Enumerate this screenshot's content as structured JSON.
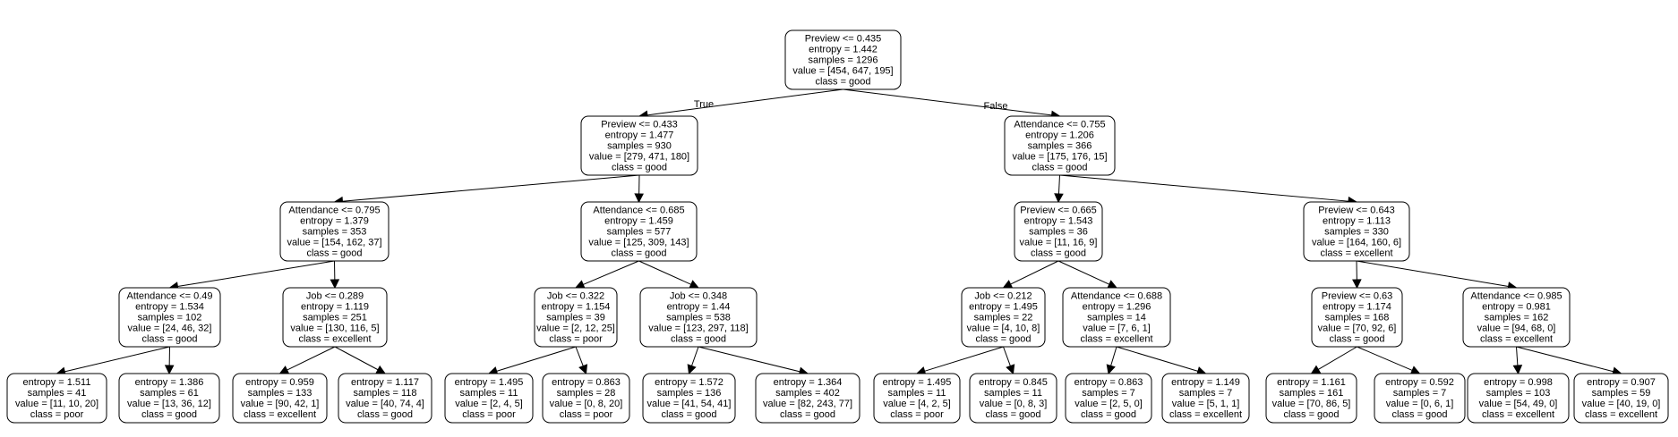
{
  "tree": {
    "nodes": [
      {
        "id": "n0",
        "lines": [
          "Preview <= 0.435",
          "entropy = 1.442",
          "samples = 1296",
          "value = [454, 647, 195]",
          "class = good"
        ]
      },
      {
        "id": "n1",
        "lines": [
          "Preview <= 0.433",
          "entropy = 1.477",
          "samples = 930",
          "value = [279, 471, 180]",
          "class = good"
        ]
      },
      {
        "id": "n2",
        "lines": [
          "Attendance <= 0.755",
          "entropy = 1.206",
          "samples = 366",
          "value = [175, 176, 15]",
          "class = good"
        ]
      },
      {
        "id": "n3",
        "lines": [
          "Attendance <= 0.795",
          "entropy = 1.379",
          "samples = 353",
          "value = [154, 162, 37]",
          "class = good"
        ]
      },
      {
        "id": "n4",
        "lines": [
          "Attendance <= 0.685",
          "entropy = 1.459",
          "samples = 577",
          "value = [125, 309, 143]",
          "class = good"
        ]
      },
      {
        "id": "n5",
        "lines": [
          "Preview <= 0.665",
          "entropy = 1.543",
          "samples = 36",
          "value = [11, 16, 9]",
          "class = good"
        ]
      },
      {
        "id": "n6",
        "lines": [
          "Preview <= 0.643",
          "entropy = 1.113",
          "samples = 330",
          "value = [164, 160, 6]",
          "class = excellent"
        ]
      },
      {
        "id": "n7",
        "lines": [
          "Attendance <= 0.49",
          "entropy = 1.534",
          "samples = 102",
          "value = [24, 46, 32]",
          "class = good"
        ]
      },
      {
        "id": "n8",
        "lines": [
          "Job <= 0.289",
          "entropy = 1.119",
          "samples = 251",
          "value = [130, 116, 5]",
          "class = excellent"
        ]
      },
      {
        "id": "n9",
        "lines": [
          "Job <= 0.322",
          "entropy = 1.154",
          "samples = 39",
          "value = [2, 12, 25]",
          "class = poor"
        ]
      },
      {
        "id": "n10",
        "lines": [
          "Job <= 0.348",
          "entropy = 1.44",
          "samples = 538",
          "value = [123, 297, 118]",
          "class = good"
        ]
      },
      {
        "id": "n11",
        "lines": [
          "Job <= 0.212",
          "entropy = 1.495",
          "samples = 22",
          "value = [4, 10, 8]",
          "class = good"
        ]
      },
      {
        "id": "n12",
        "lines": [
          "Attendance <= 0.688",
          "entropy = 1.296",
          "samples = 14",
          "value = [7, 6, 1]",
          "class = excellent"
        ]
      },
      {
        "id": "n13",
        "lines": [
          "Preview <= 0.63",
          "entropy = 1.174",
          "samples = 168",
          "value = [70, 92, 6]",
          "class = good"
        ]
      },
      {
        "id": "n14",
        "lines": [
          "Attendance <= 0.985",
          "entropy = 0.981",
          "samples = 162",
          "value = [94, 68, 0]",
          "class = excellent"
        ]
      },
      {
        "id": "n15",
        "lines": [
          "entropy = 1.511",
          "samples = 41",
          "value = [11, 10, 20]",
          "class = poor"
        ]
      },
      {
        "id": "n16",
        "lines": [
          "entropy = 1.386",
          "samples = 61",
          "value = [13, 36, 12]",
          "class = good"
        ]
      },
      {
        "id": "n17",
        "lines": [
          "entropy = 0.959",
          "samples = 133",
          "value = [90, 42, 1]",
          "class = excellent"
        ]
      },
      {
        "id": "n18",
        "lines": [
          "entropy = 1.117",
          "samples = 118",
          "value = [40, 74, 4]",
          "class = good"
        ]
      },
      {
        "id": "n19",
        "lines": [
          "entropy = 1.495",
          "samples = 11",
          "value = [2, 4, 5]",
          "class = poor"
        ]
      },
      {
        "id": "n20",
        "lines": [
          "entropy = 0.863",
          "samples = 28",
          "value = [0, 8, 20]",
          "class = poor"
        ]
      },
      {
        "id": "n21",
        "lines": [
          "entropy = 1.572",
          "samples = 136",
          "value = [41, 54, 41]",
          "class = good"
        ]
      },
      {
        "id": "n22",
        "lines": [
          "entropy = 1.364",
          "samples = 402",
          "value = [82, 243, 77]",
          "class = good"
        ]
      },
      {
        "id": "n23",
        "lines": [
          "entropy = 1.495",
          "samples = 11",
          "value = [4, 2, 5]",
          "class = poor"
        ]
      },
      {
        "id": "n24",
        "lines": [
          "entropy = 0.845",
          "samples = 11",
          "value = [0, 8, 3]",
          "class = good"
        ]
      },
      {
        "id": "n25",
        "lines": [
          "entropy = 0.863",
          "samples = 7",
          "value = [2, 5, 0]",
          "class = good"
        ]
      },
      {
        "id": "n26",
        "lines": [
          "entropy = 1.149",
          "samples = 7",
          "value = [5, 1, 1]",
          "class = excellent"
        ]
      },
      {
        "id": "n27",
        "lines": [
          "entropy = 1.161",
          "samples = 161",
          "value = [70, 86, 5]",
          "class = good"
        ]
      },
      {
        "id": "n28",
        "lines": [
          "entropy = 0.592",
          "samples = 7",
          "value = [0, 6, 1]",
          "class = good"
        ]
      },
      {
        "id": "n29",
        "lines": [
          "entropy = 0.998",
          "samples = 103",
          "value = [54, 49, 0]",
          "class = excellent"
        ]
      },
      {
        "id": "n30",
        "lines": [
          "entropy = 0.907",
          "samples = 59",
          "value = [40, 19, 0]",
          "class = excellent"
        ]
      }
    ],
    "edges": [
      {
        "from": "n0",
        "to": "n1",
        "label": "True"
      },
      {
        "from": "n0",
        "to": "n2",
        "label": "False"
      },
      {
        "from": "n1",
        "to": "n3"
      },
      {
        "from": "n1",
        "to": "n4"
      },
      {
        "from": "n2",
        "to": "n5"
      },
      {
        "from": "n2",
        "to": "n6"
      },
      {
        "from": "n3",
        "to": "n7"
      },
      {
        "from": "n3",
        "to": "n8"
      },
      {
        "from": "n4",
        "to": "n9"
      },
      {
        "from": "n4",
        "to": "n10"
      },
      {
        "from": "n5",
        "to": "n11"
      },
      {
        "from": "n5",
        "to": "n12"
      },
      {
        "from": "n6",
        "to": "n13"
      },
      {
        "from": "n6",
        "to": "n14"
      },
      {
        "from": "n7",
        "to": "n15"
      },
      {
        "from": "n7",
        "to": "n16"
      },
      {
        "from": "n8",
        "to": "n17"
      },
      {
        "from": "n8",
        "to": "n18"
      },
      {
        "from": "n9",
        "to": "n19"
      },
      {
        "from": "n9",
        "to": "n20"
      },
      {
        "from": "n10",
        "to": "n21"
      },
      {
        "from": "n10",
        "to": "n22"
      },
      {
        "from": "n11",
        "to": "n23"
      },
      {
        "from": "n11",
        "to": "n24"
      },
      {
        "from": "n12",
        "to": "n25"
      },
      {
        "from": "n12",
        "to": "n26"
      },
      {
        "from": "n13",
        "to": "n27"
      },
      {
        "from": "n13",
        "to": "n28"
      },
      {
        "from": "n14",
        "to": "n29"
      },
      {
        "from": "n14",
        "to": "n30"
      }
    ]
  }
}
